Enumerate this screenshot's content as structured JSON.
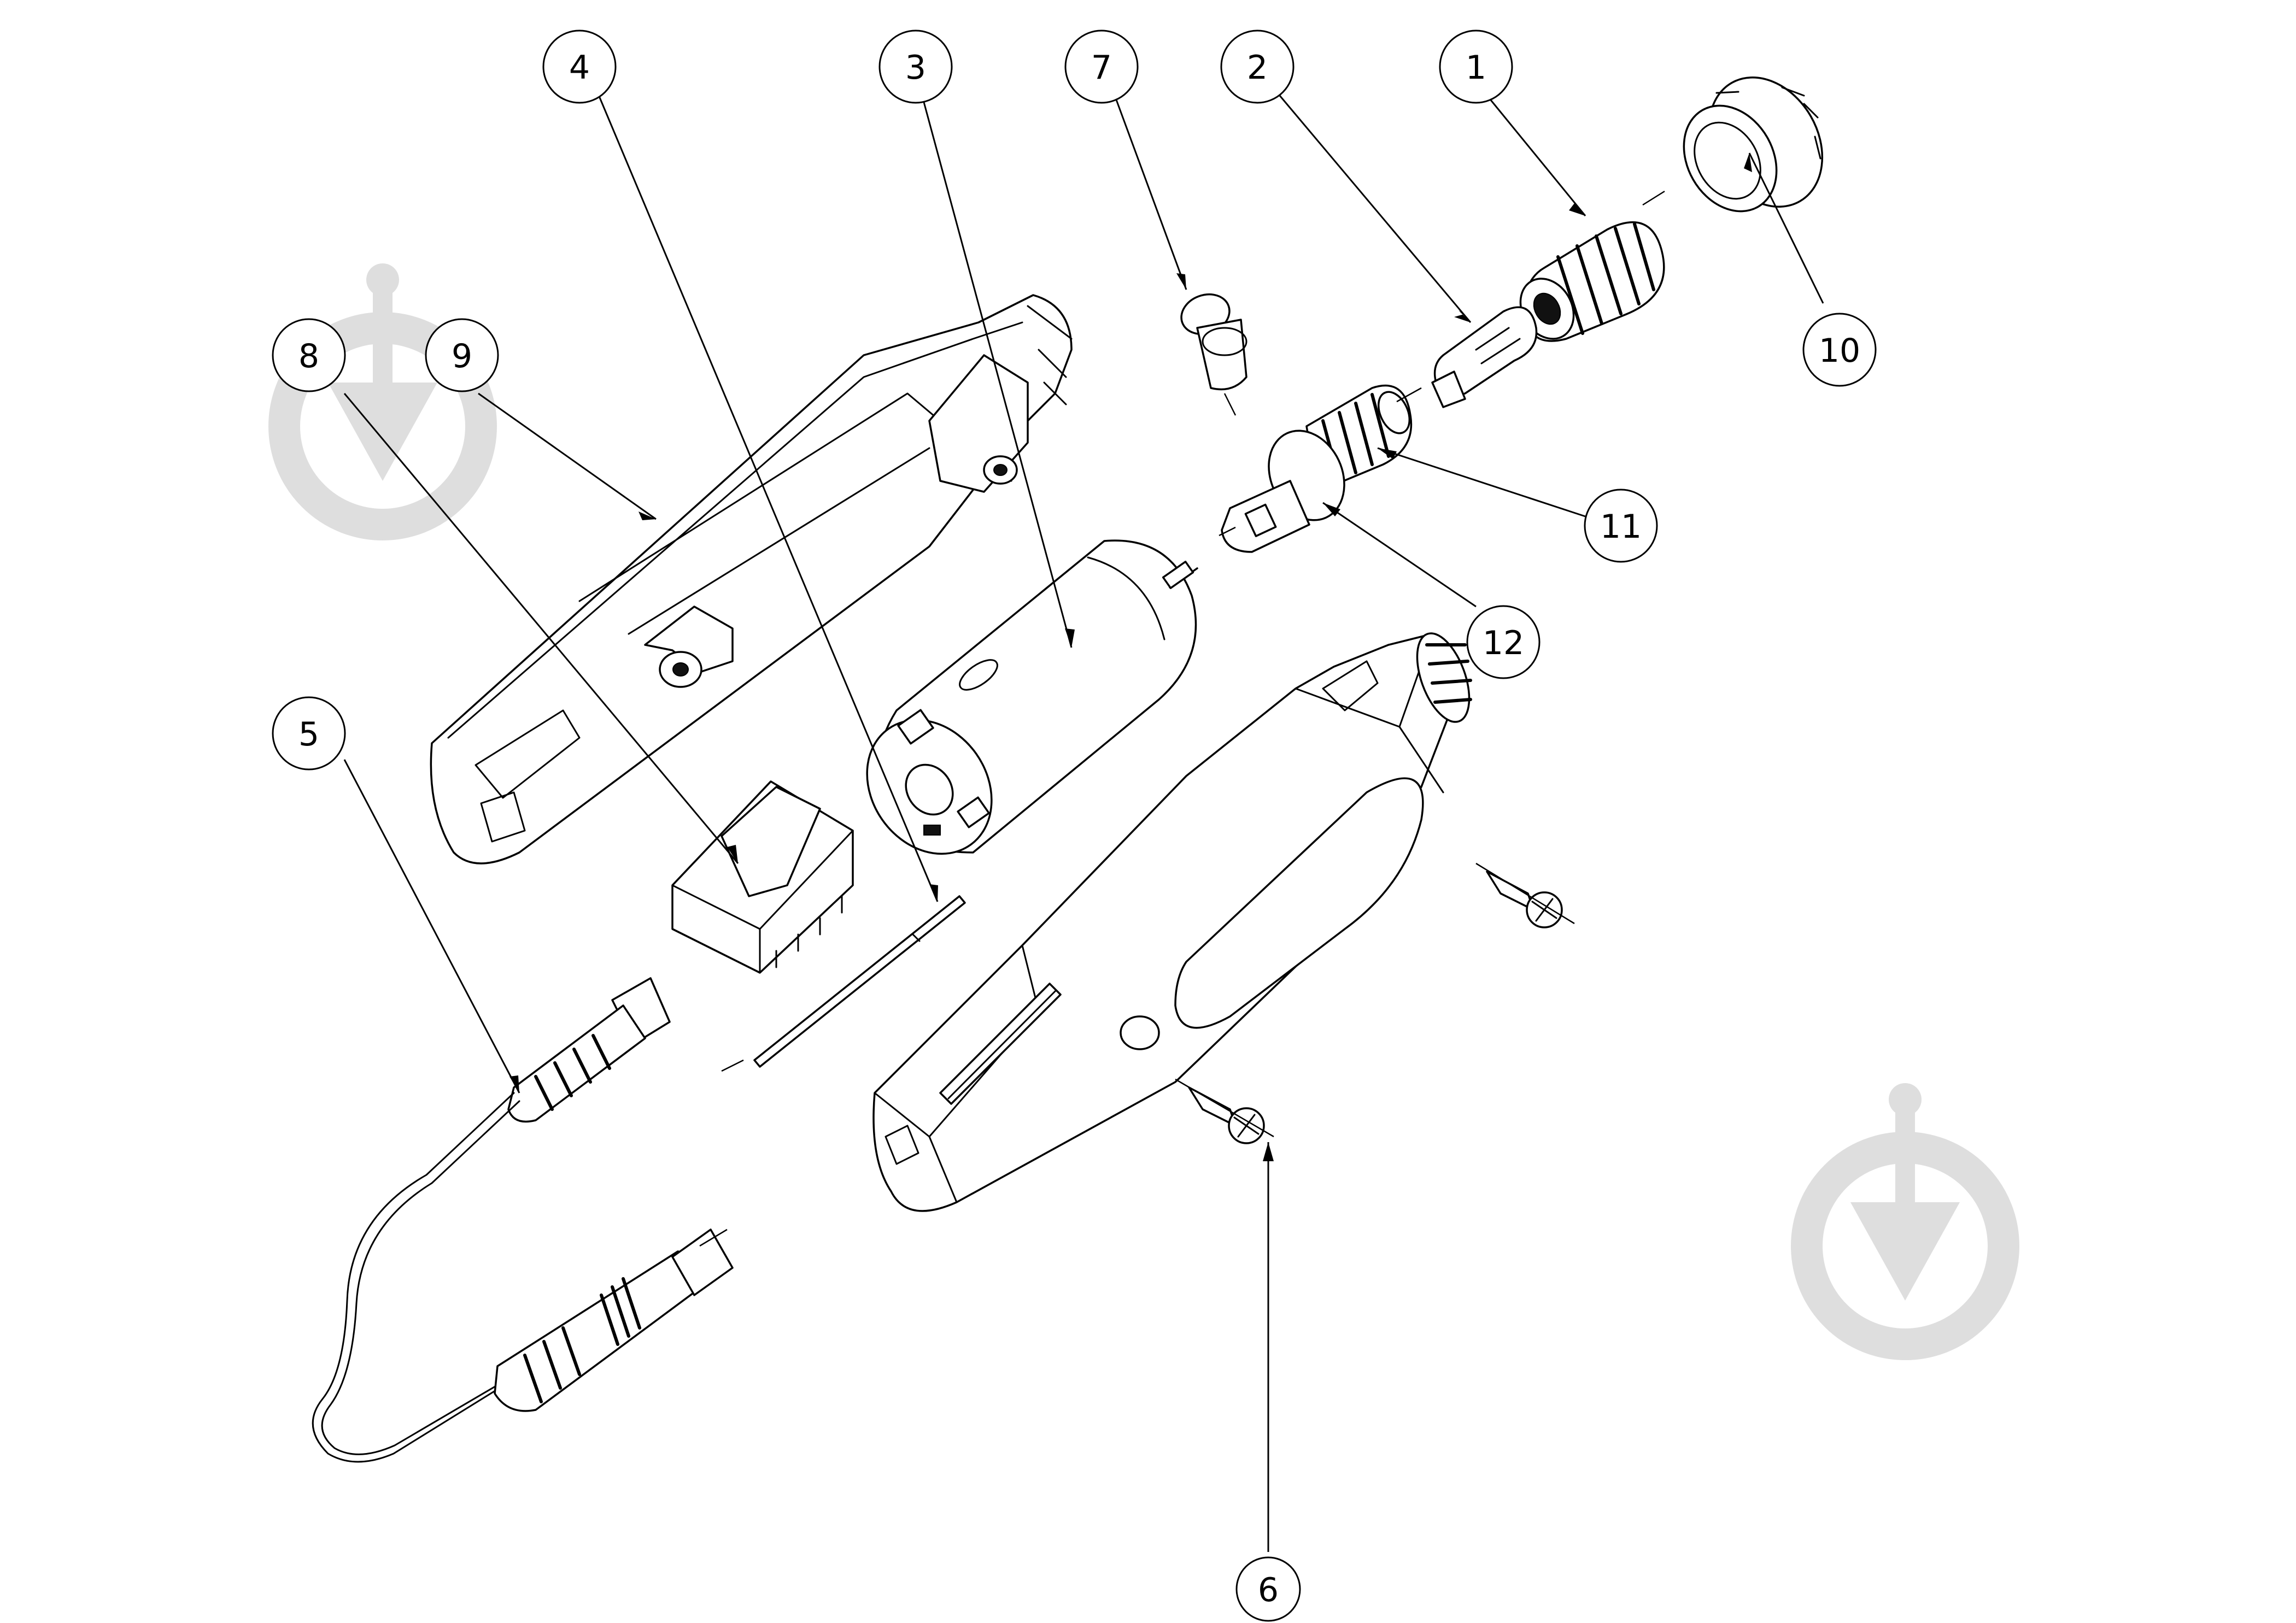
{
  "colors": {
    "line": "#000000",
    "background": "#ffffff",
    "watermark": "#dedede"
  },
  "callouts": [
    {
      "id": "label-1",
      "text": "1"
    },
    {
      "id": "label-2",
      "text": "2"
    },
    {
      "id": "label-3",
      "text": "3"
    },
    {
      "id": "label-4",
      "text": "4"
    },
    {
      "id": "label-5",
      "text": "5"
    },
    {
      "id": "label-6",
      "text": "6"
    },
    {
      "id": "label-7",
      "text": "7"
    },
    {
      "id": "label-8",
      "text": "8"
    },
    {
      "id": "label-9",
      "text": "9"
    },
    {
      "id": "label-10",
      "text": "10"
    },
    {
      "id": "label-11",
      "text": "11"
    },
    {
      "id": "label-12",
      "text": "12"
    }
  ]
}
